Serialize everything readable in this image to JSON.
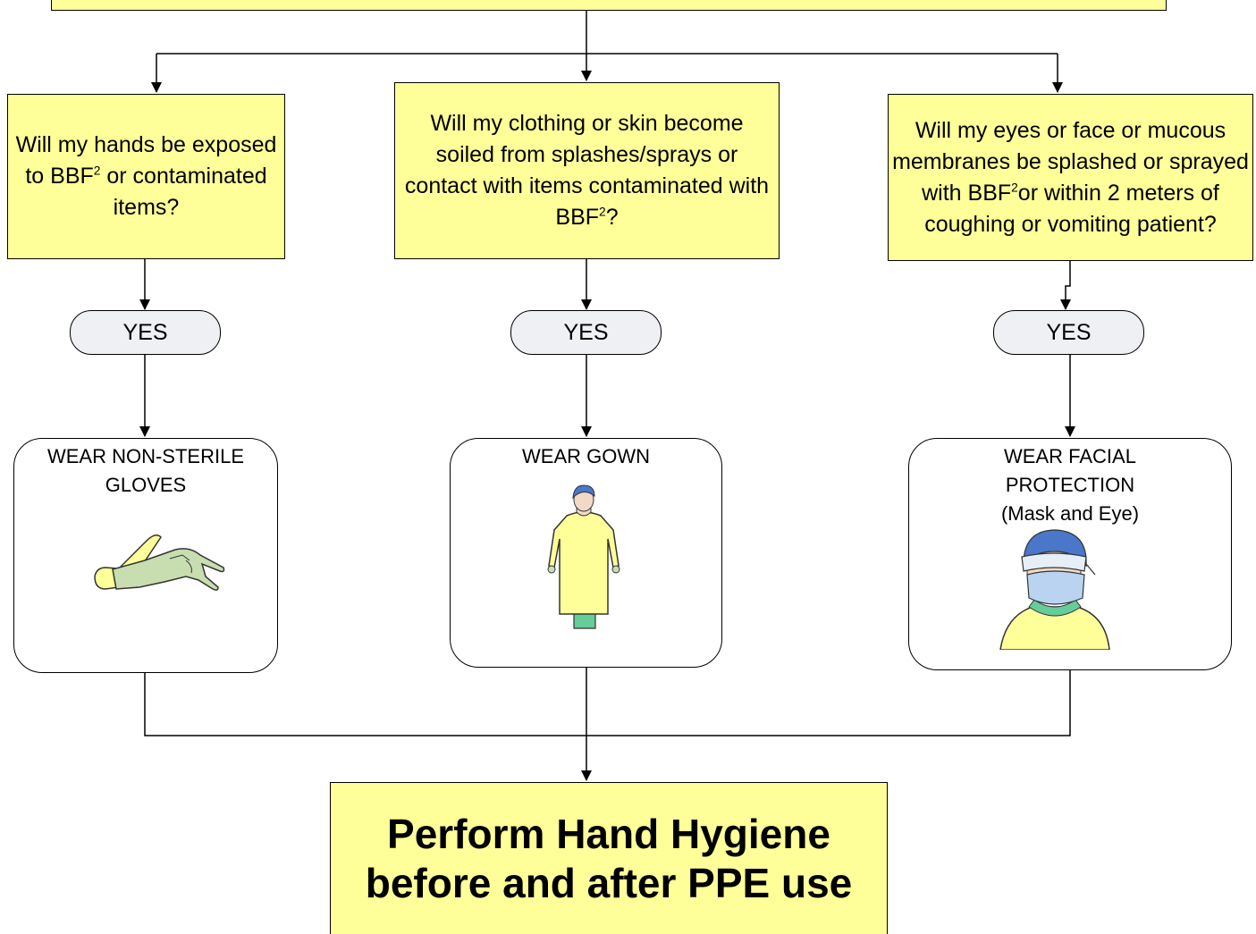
{
  "questions": {
    "hands": {
      "before": "Will my hands be exposed to BBF",
      "sup": "2",
      "after": " or contaminated items?"
    },
    "clothing": {
      "before": "Will my clothing or skin become soiled from splashes/sprays or contact with items contaminated with BBF",
      "sup": "2",
      "after": "?"
    },
    "face": {
      "line1": "Will my eyes or face or mucous membranes be splashed or sprayed with",
      "before": "BBF",
      "sup": "2",
      "after": "or within 2 meters of coughing or vomiting patient?"
    }
  },
  "yes_labels": {
    "hands": "YES",
    "clothing": "YES",
    "face": "YES"
  },
  "ppe": {
    "gloves": {
      "title": "WEAR NON-STERILE\nGLOVES",
      "icon": "gloves-illustration"
    },
    "gown": {
      "title": "WEAR GOWN",
      "icon": "gown-illustration"
    },
    "facial": {
      "title": "WEAR FACIAL\nPROTECTION\n(Mask and Eye)",
      "icon": "face-mask-goggles-illustration"
    }
  },
  "hand_hygiene": {
    "line1": "Perform Hand Hygiene",
    "line2": "before and after PPE use"
  },
  "colors": {
    "question_fill": "#ffff99",
    "pill_fill": "#eef0f4",
    "gown_yellow": "#ffff99",
    "scrubs_green": "#66cc99",
    "cap_blue": "#4a77c9"
  }
}
